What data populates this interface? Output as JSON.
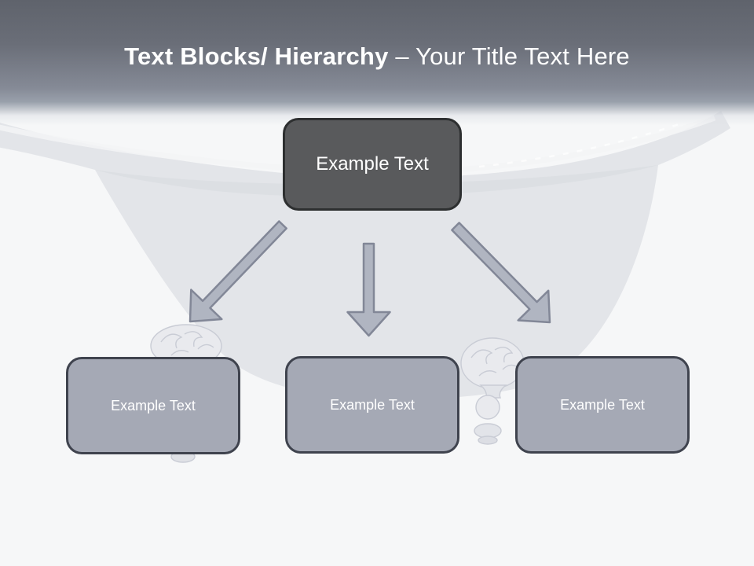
{
  "slide": {
    "title": {
      "bold": "Text Blocks/ Hierarchy",
      "regular": "– Your Title Text Here"
    },
    "diagram": {
      "root": {
        "label": "Example Text"
      },
      "children": [
        {
          "label": "Example Text"
        },
        {
          "label": "Example Text"
        },
        {
          "label": "Example Text"
        }
      ]
    },
    "background_image": "clawfoot-bathtub-watermark",
    "colors": {
      "header_top": "#5f636c",
      "header_bottom": "#99a0ab",
      "canvas_bg": "#f6f7f8",
      "root_fill": "#595a5c",
      "root_border": "#2d2f30",
      "child_fill": "#a5a9b5",
      "child_border": "#3f434e",
      "arrow_fill": "#b0b5c1",
      "arrow_stroke": "#828797",
      "title_color": "#ffffff",
      "text_color": "#ffffff"
    }
  }
}
